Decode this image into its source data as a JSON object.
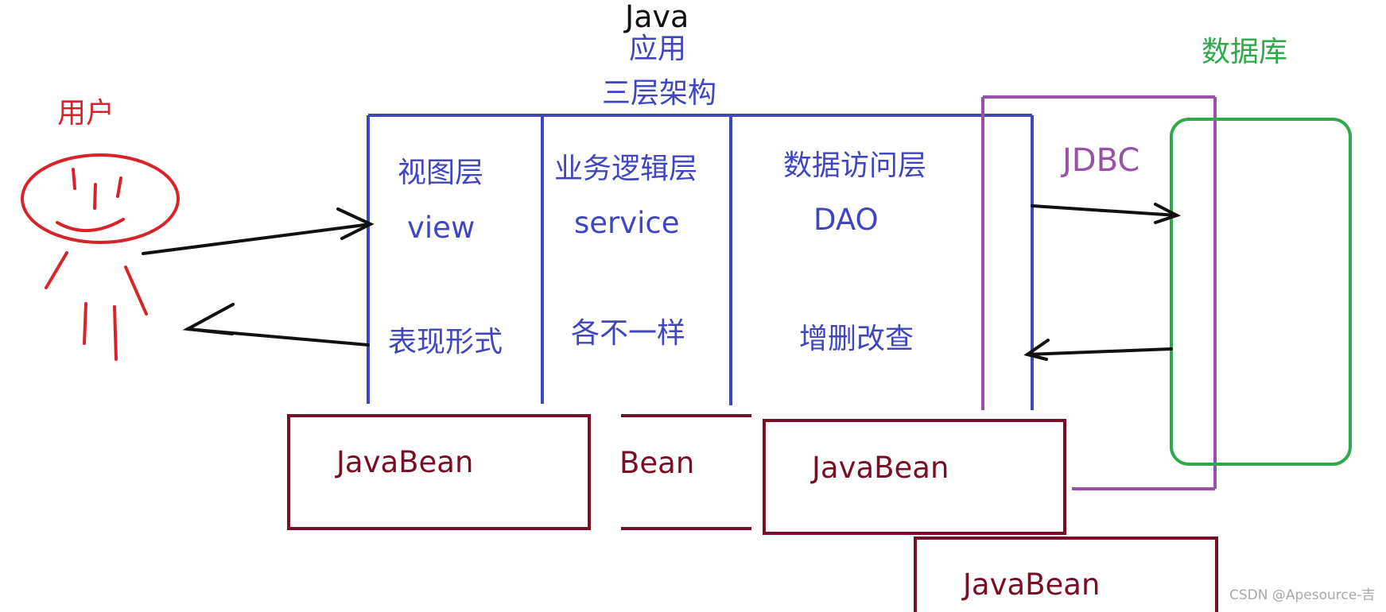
{
  "labels": {
    "java": "Java",
    "app": "应用",
    "three_tier": "三层架构",
    "user": "用户",
    "database": "数据库",
    "jdbc": "JDBC"
  },
  "layers": {
    "view": {
      "title": "视图层",
      "name": "view",
      "desc": "表现形式"
    },
    "service": {
      "title": "业务逻辑层",
      "name": "service",
      "desc": "各不一样"
    },
    "dao": {
      "title": "数据访问层",
      "name": "DAO",
      "desc": "增删改查"
    }
  },
  "beans": {
    "bean1": "JavaBean",
    "bean2": "Bean",
    "bean3": "JavaBean",
    "bean4": "JavaBean"
  },
  "watermark": "CSDN @Apesource-吉",
  "colors": {
    "architecture": "#4045c0",
    "user": "#d9232b",
    "database": "#2eaa4b",
    "jdbc": "#9a4fa8",
    "bean": "#7b0d24",
    "arrow": "#111111"
  }
}
